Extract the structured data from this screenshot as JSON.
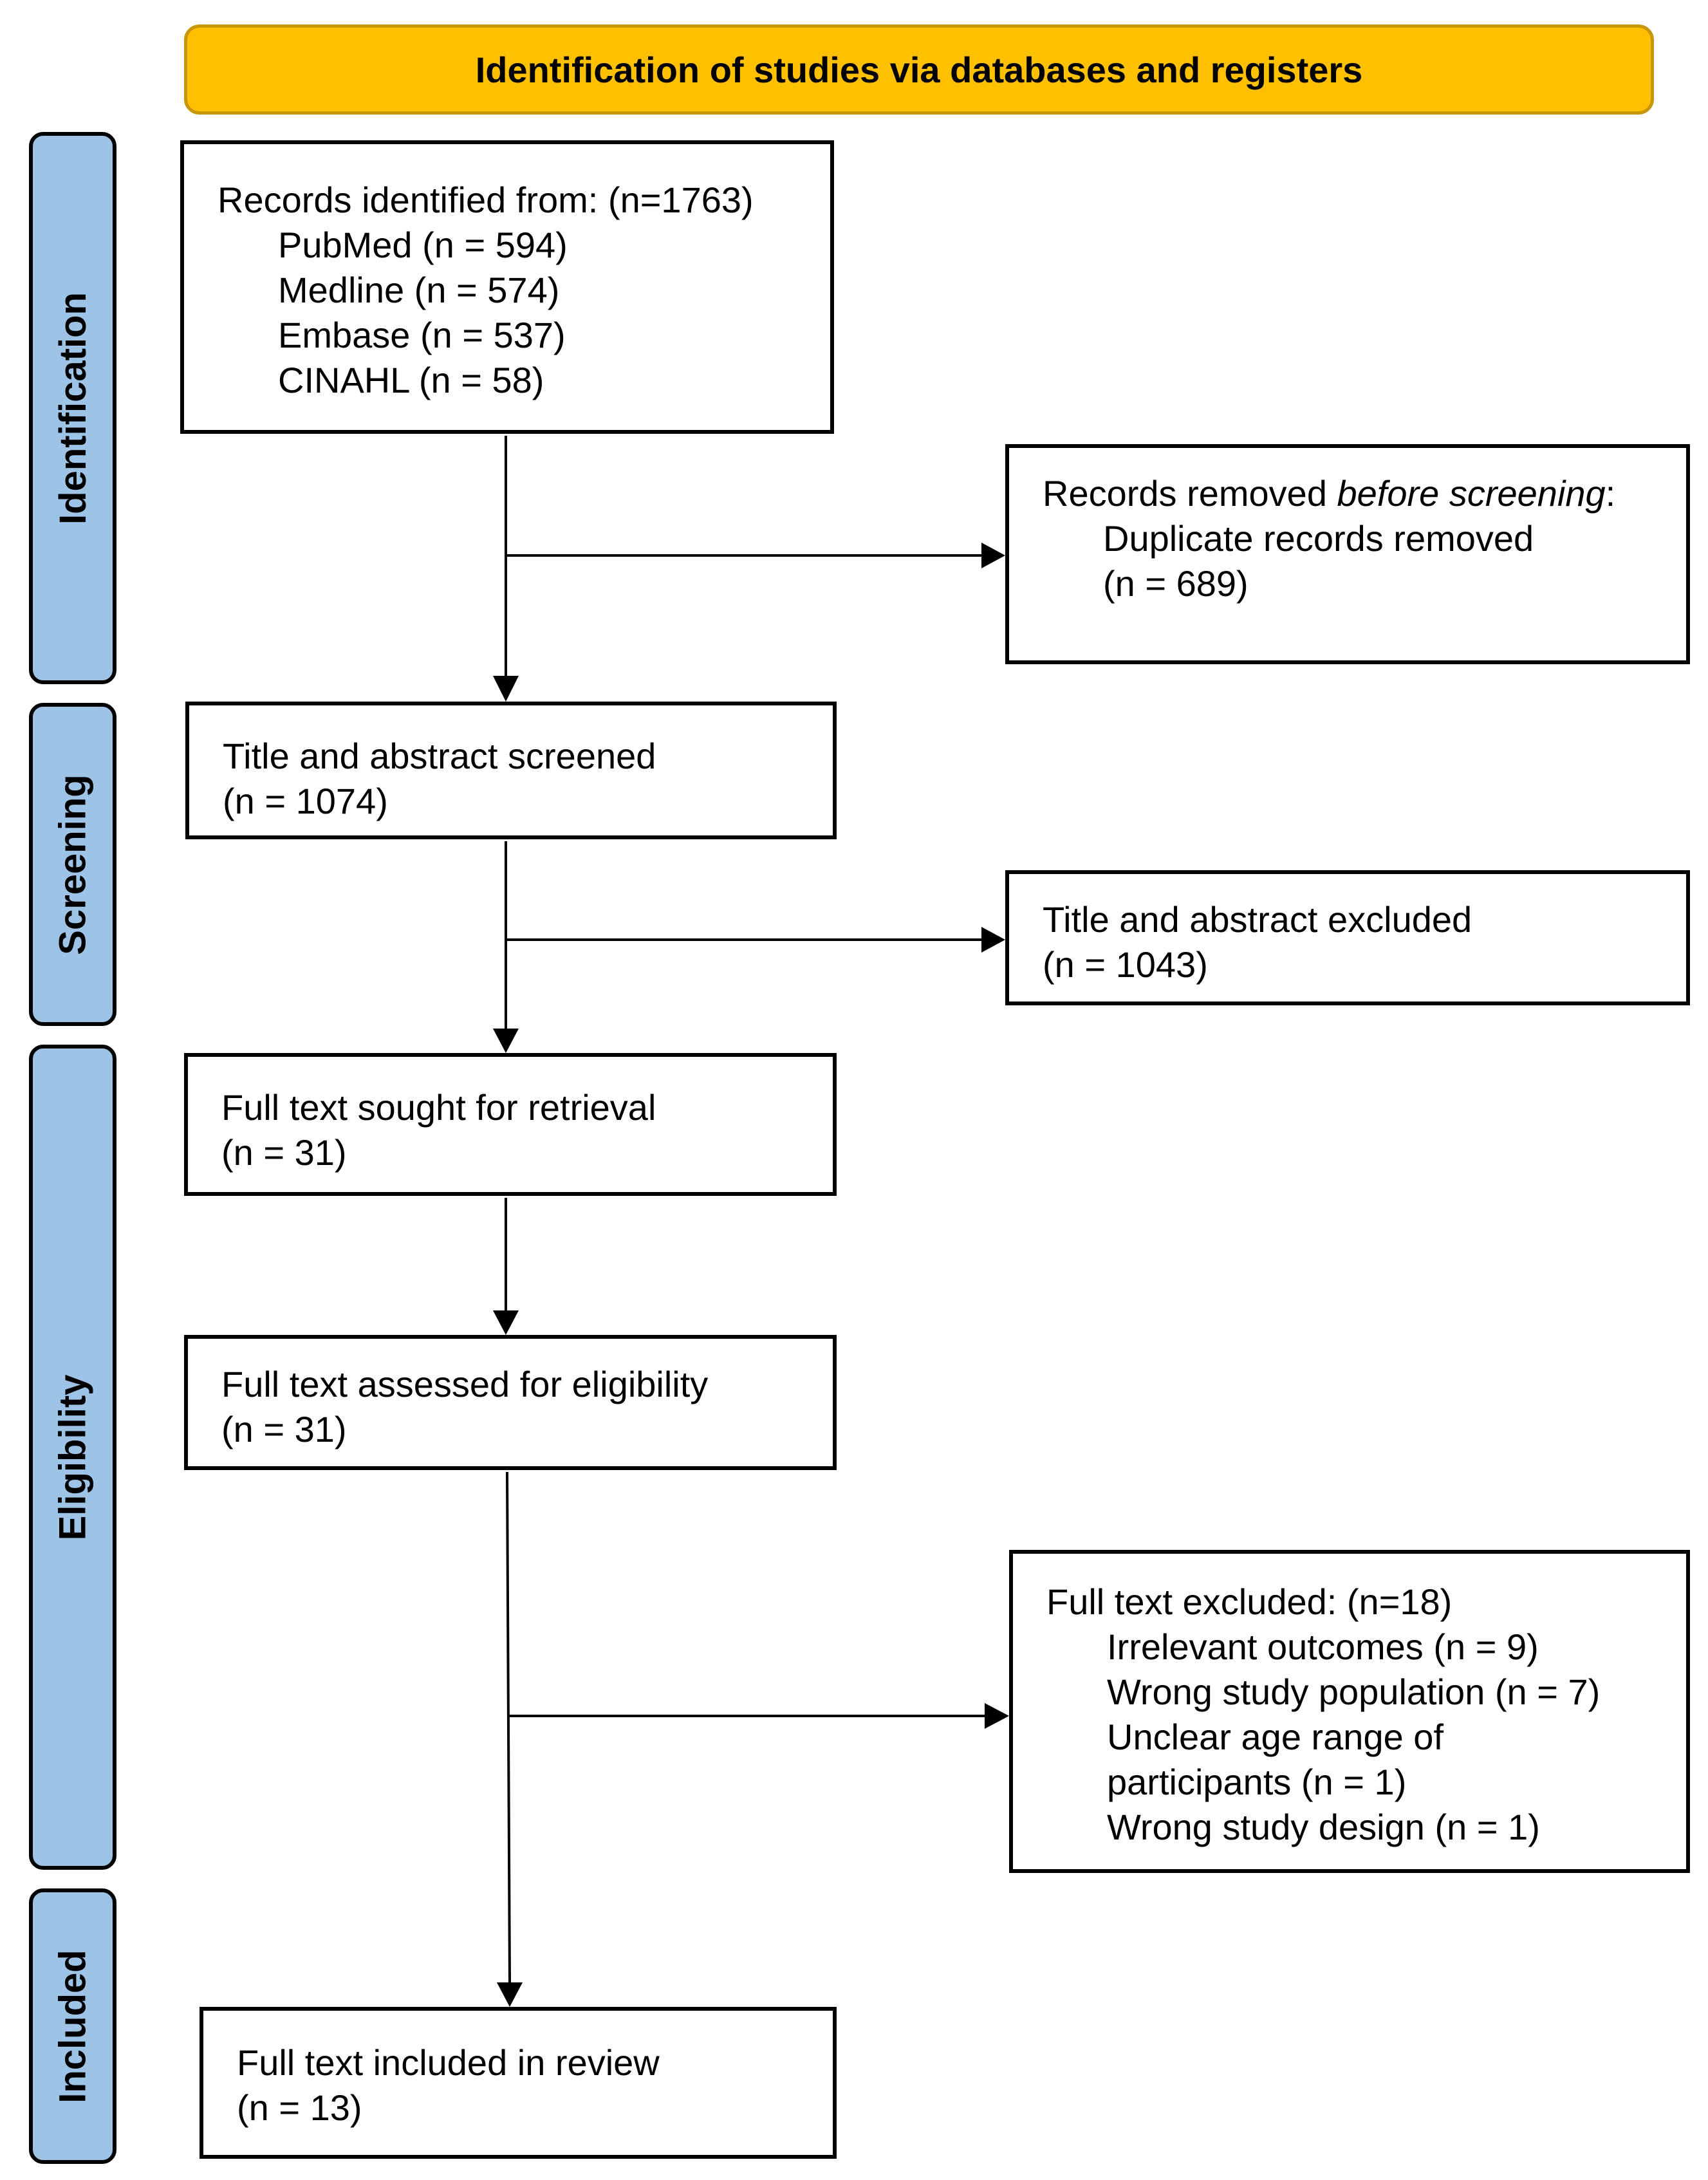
{
  "header": {
    "title": "Identification of studies via databases and registers"
  },
  "phases": {
    "identification": "Identification",
    "screening": "Screening",
    "eligibility": "Eligibility",
    "included": "Included"
  },
  "records_identified": {
    "title": "Records identified from: (n=1763)",
    "sources": [
      "PubMed (n = 594)",
      "Medline (n = 574)",
      "Embase (n = 537)",
      "CINAHL (n = 58)"
    ]
  },
  "records_removed": {
    "title_prefix": "Records removed ",
    "title_emphasis": "before screening",
    "title_suffix": ":",
    "line1": "Duplicate records removed",
    "line2": "(n = 689)"
  },
  "screened": {
    "label": "Title and abstract screened",
    "count": "(n = 1074)"
  },
  "excluded_screening": {
    "label": "Title and abstract excluded",
    "count": "(n = 1043)"
  },
  "sought": {
    "label": "Full text sought for retrieval",
    "count": "(n = 31)"
  },
  "assessed": {
    "label": "Full text assessed for eligibility",
    "count": "(n = 31)"
  },
  "excluded_fulltext": {
    "title": "Full text excluded: (n=18)",
    "reasons": [
      "Irrelevant outcomes (n = 9)",
      "Wrong study population  (n = 7)",
      "Unclear age range of",
      "participants (n = 1)",
      "Wrong study design (n = 1)"
    ]
  },
  "included": {
    "label": "Full text included in review",
    "count": "(n = 13)"
  },
  "colors": {
    "header_fill": "#FFC000",
    "header_border": "#C8960A",
    "phase_fill": "#9DC3E6"
  }
}
